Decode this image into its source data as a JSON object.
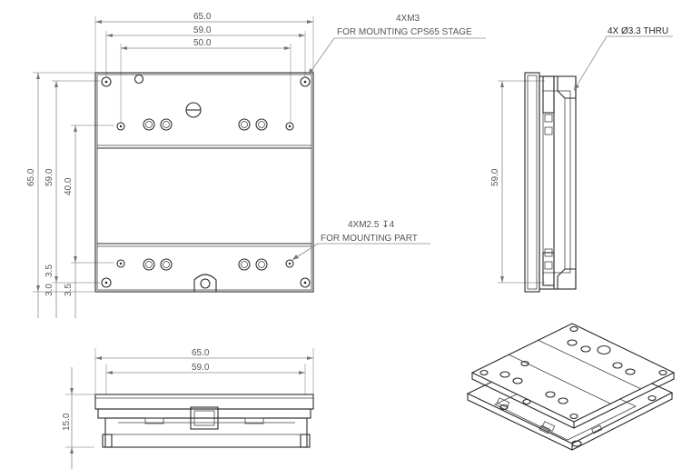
{
  "top_view": {
    "dims": {
      "width_overall": "65.0",
      "width_mount": "59.0",
      "width_inner": "50.0",
      "height_overall": "65.0",
      "height_mount": "59.0",
      "height_inner": "40.0",
      "offset_a": "3.5",
      "offset_b": "3.0",
      "offset_c": "3.5"
    },
    "note_stage": {
      "line1": "4XM3",
      "line2": "FOR MOUNTING CPS65 STAGE"
    },
    "note_part": {
      "line1": "4XM2.5 ↧4",
      "line2": "FOR MOUNTING PART"
    }
  },
  "side_view": {
    "dims": {
      "height_mount": "59.0"
    },
    "note_thru": "4X Ø3.3 THRU"
  },
  "front_view": {
    "dims": {
      "width_overall": "65.0",
      "width_mount": "59.0",
      "height": "15.0"
    }
  }
}
